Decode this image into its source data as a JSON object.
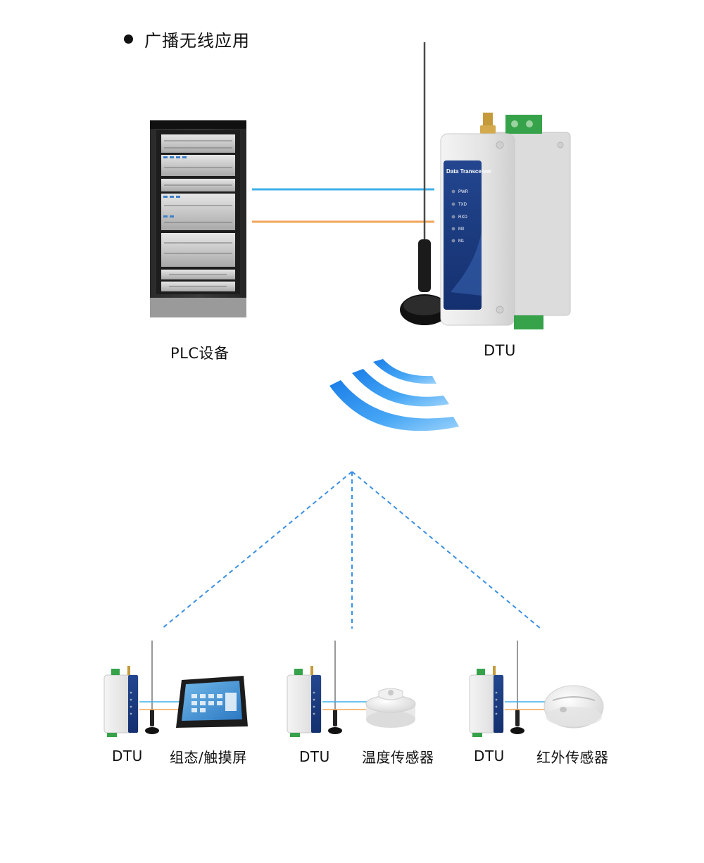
{
  "title": "广播无线应用",
  "top": {
    "plc_label": "PLC设备",
    "dtu_label": "DTU",
    "dtu_panel_text": "Data Transceiver",
    "leds": [
      "PWR",
      "TXD",
      "RXD",
      "M0",
      "M1"
    ]
  },
  "bottom": [
    {
      "dtu_label": "DTU",
      "device_label": "组态/触摸屏"
    },
    {
      "dtu_label": "DTU",
      "device_label": "温度传感器"
    },
    {
      "dtu_label": "DTU",
      "device_label": "红外传感器"
    }
  ],
  "colors": {
    "line_blue": "#3fb0e8",
    "line_orange": "#f2a55a",
    "dash_blue": "#3b8fe6",
    "dtu_panel": "#1f3f94",
    "terminal_green": "#36a24a"
  }
}
